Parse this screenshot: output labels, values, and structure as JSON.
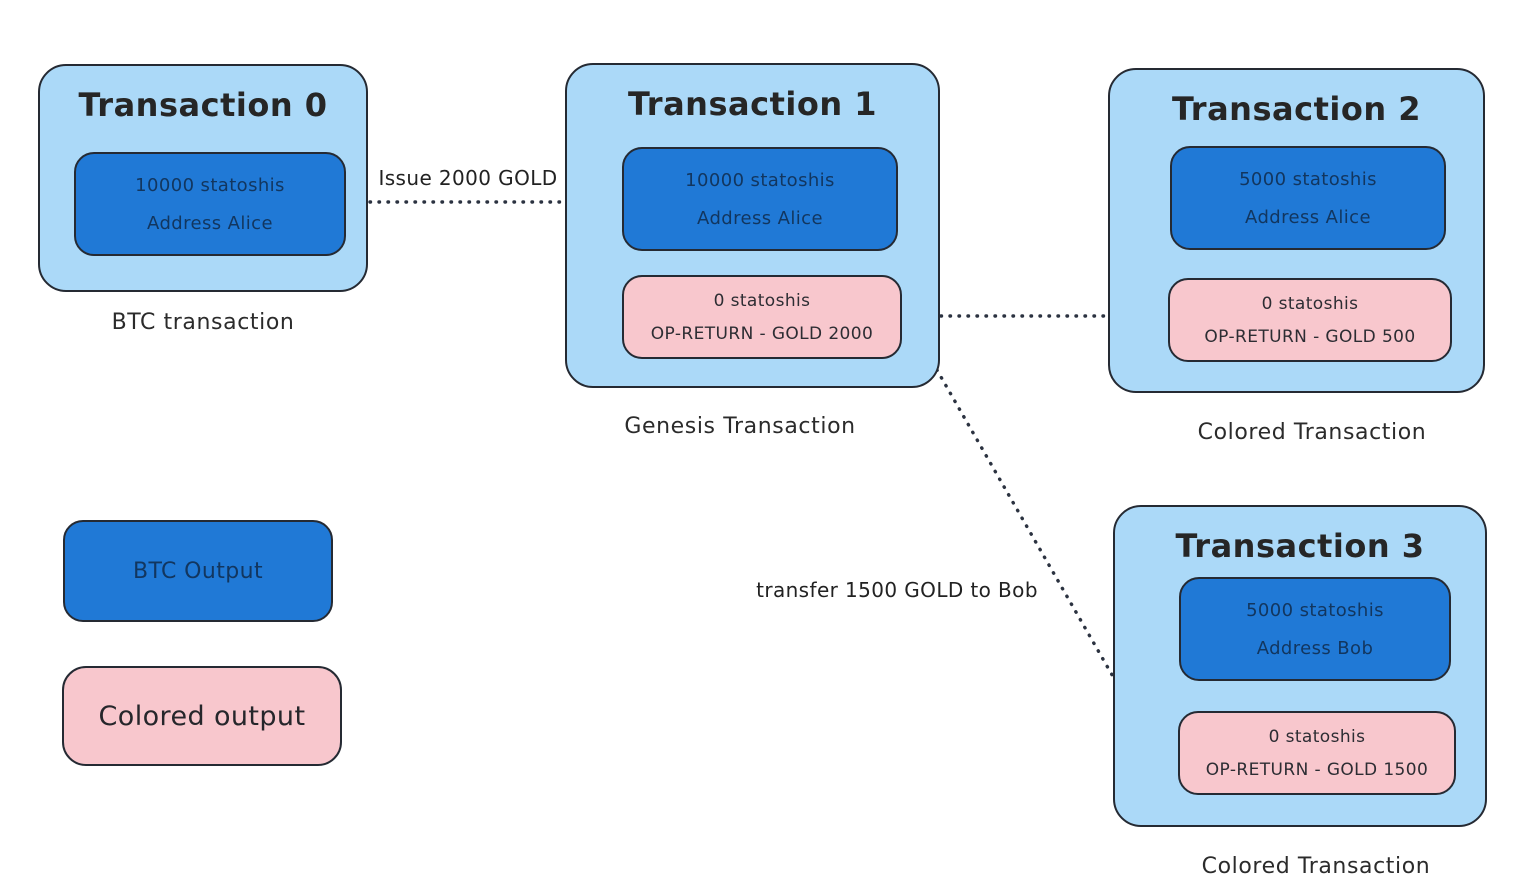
{
  "colors": {
    "card-fill": "#abd9f8",
    "btc-fill": "#2079d6",
    "colored-fill": "#f8c7cd",
    "outline": "#252a33",
    "navy-text": "#12365f",
    "ink": "#262626",
    "dot-color": "#2b3240"
  },
  "transactions": [
    {
      "title": "Transaction 0",
      "caption": "BTC transaction",
      "outputs": [
        {
          "type": "btc",
          "line1": "10000 statoshis",
          "line2": "Address Alice"
        }
      ]
    },
    {
      "title": "Transaction 1",
      "caption": "Genesis Transaction",
      "outputs": [
        {
          "type": "btc",
          "line1": "10000 statoshis",
          "line2": "Address Alice"
        },
        {
          "type": "colored",
          "line1": "0 statoshis",
          "line2": "OP-RETURN - GOLD 2000"
        }
      ]
    },
    {
      "title": "Transaction 2",
      "caption": "Colored Transaction",
      "outputs": [
        {
          "type": "btc",
          "line1": "5000 statoshis",
          "line2": "Address Alice"
        },
        {
          "type": "colored",
          "line1": "0 statoshis",
          "line2": "OP-RETURN - GOLD 500"
        }
      ]
    },
    {
      "title": "Transaction 3",
      "caption": "Colored Transaction",
      "outputs": [
        {
          "type": "btc",
          "line1": "5000 statoshis",
          "line2": "Address Bob"
        },
        {
          "type": "colored",
          "line1": "0 statoshis",
          "line2": "OP-RETURN - GOLD 1500"
        }
      ]
    }
  ],
  "arrows": [
    {
      "name": "issue",
      "label": "Issue 2000 GOLD"
    },
    {
      "name": "to-colored-tx2",
      "label": ""
    },
    {
      "name": "transfer",
      "label": "transfer 1500 GOLD to Bob"
    }
  ],
  "legend": [
    {
      "type": "btc",
      "label": "BTC Output"
    },
    {
      "type": "colored",
      "label": "Colored output"
    }
  ]
}
